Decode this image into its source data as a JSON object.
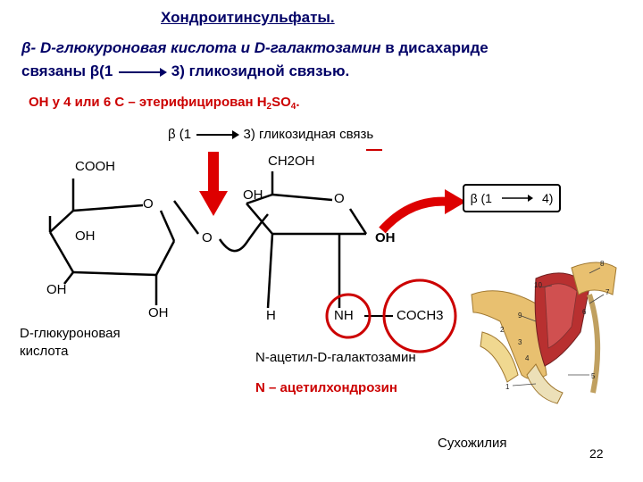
{
  "title": "Хондроитинсульфаты.",
  "line1": {
    "beta": "β-",
    "text_italic": " D-глюкуроновая кислота  и D-галактозамин",
    "text_plain": "  в дисахариде"
  },
  "line2": {
    "text": "связаны β(1",
    "text_after": "3) гликозидной связью."
  },
  "oh_line": {
    "prefix": "ОН у 4  или  6 С – этерифицирован H",
    "sub2": "2",
    "mid": "SO",
    "sub4": "4",
    "suffix": "."
  },
  "bond_label": {
    "left": "β (1",
    "right": "3) гликозидная связь"
  },
  "chem": {
    "cooh": "COOH",
    "o1": "O",
    "oh1": "OH",
    "oh2": "OH",
    "oh3": "OH",
    "o_bridge": "O",
    "ch2oh": "CH2OH",
    "oh4": "OH",
    "o2": "O",
    "h": "H",
    "nh": "NH",
    "coch3": "COCH3"
  },
  "beta_box": {
    "left": "β (1",
    "right": "4)"
  },
  "oh_right": "OH",
  "caption_acid": [
    "D-глюкуроновая",
    "кислота"
  ],
  "caption_gal": "N-ацетил-D-галактозамин",
  "caption_n": "N – ацетилхондрозин",
  "caption_tendon": "Сухожилия",
  "page_number": "22",
  "colors": {
    "accent_red": "#cc0000",
    "title_blue": "#000066"
  },
  "icons": [
    "down-arrow-icon",
    "curved-arrow-icon",
    "arm-anatomy-illustration"
  ]
}
